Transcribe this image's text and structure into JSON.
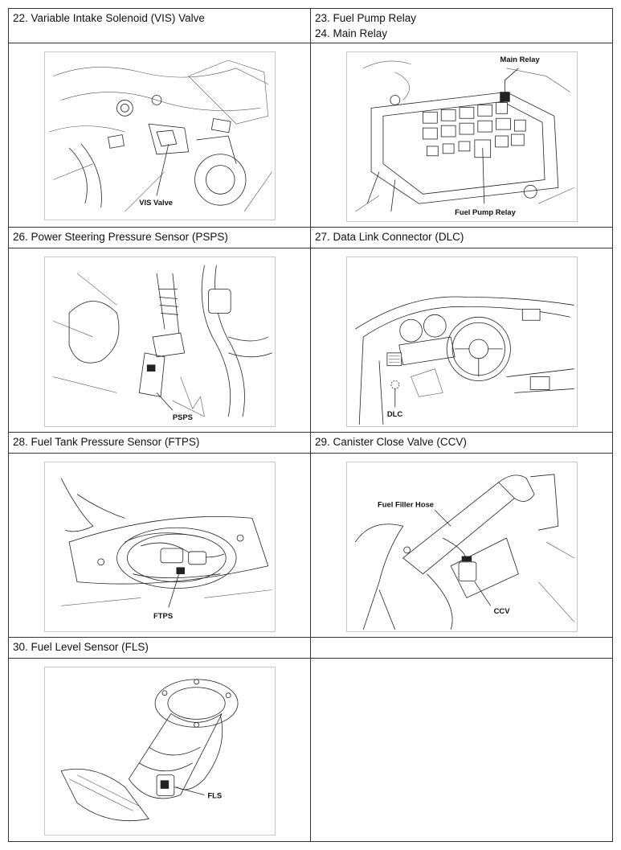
{
  "cells": [
    {
      "id": "vis",
      "lines": [
        "22. Variable Intake Solenoid (VIS) Valve"
      ],
      "callouts": [
        "VIS Valve"
      ]
    },
    {
      "id": "relays",
      "lines": [
        "23. Fuel Pump Relay",
        "24. Main Relay"
      ],
      "callouts": [
        "Main Relay",
        "Fuel Pump Relay"
      ]
    },
    {
      "id": "psps",
      "lines": [
        "26. Power Steering Pressure Sensor (PSPS)"
      ],
      "callouts": [
        "PSPS"
      ]
    },
    {
      "id": "dlc",
      "lines": [
        "27. Data Link Connector (DLC)"
      ],
      "callouts": [
        "DLC"
      ]
    },
    {
      "id": "ftps",
      "lines": [
        "28. Fuel Tank Pressure Sensor (FTPS)"
      ],
      "callouts": [
        "FTPS"
      ]
    },
    {
      "id": "ccv",
      "lines": [
        "29. Canister Close Valve (CCV)"
      ],
      "callouts": [
        "Fuel Filler Hose",
        "CCV"
      ]
    },
    {
      "id": "fls",
      "lines": [
        "30. Fuel Level Sensor (FLS)"
      ],
      "callouts": [
        "FLS"
      ]
    },
    {
      "id": "empty",
      "lines": [],
      "callouts": []
    }
  ]
}
